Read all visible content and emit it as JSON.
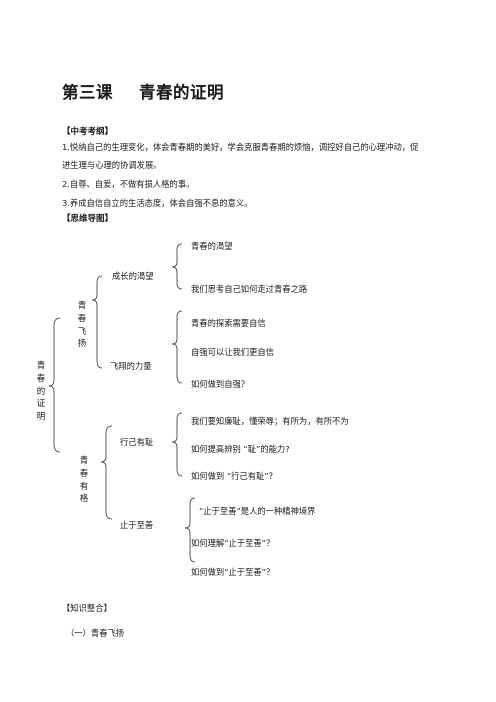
{
  "title": {
    "lesson": "第三课",
    "name": "青春的证明"
  },
  "syllabus": {
    "heading": "【中考考纲】",
    "items": [
      "1.悦纳自己的生理变化，体会青春期的美好，学会克服青春期的烦恼，调控好自己的心理冲动，促",
      "进生理与心理的协调发展。",
      "2.自尊、自爱，不做有损人格的事。",
      "3.养成自信自立的生活态度，体会自强不息的意义。"
    ]
  },
  "mindmap": {
    "heading": "【思维导图】",
    "root": "青春的证明",
    "branches": [
      {
        "label": "青春飞扬",
        "children": [
          {
            "label": "成长的渴望",
            "leaves": [
              "青春的渴望",
              "我们思考自己如何走过青春之路"
            ]
          },
          {
            "label": "飞翔的力量",
            "leaves": [
              "青春的探索需要自信",
              "自强可以让我们更自信",
              "如何做到自强？"
            ]
          }
        ]
      },
      {
        "label": "青春有格",
        "children": [
          {
            "label": "行己有耻",
            "leaves": [
              "我们要知廉耻，懂荣辱；有所为，有所不为",
              "如何提高辨别 “耻”的能力?",
              "如何做到 “行己有耻”？"
            ]
          },
          {
            "label": "止于至善",
            "leaves": [
              "“止于至善”是人的一种精神境界",
              "如何理解“止于至善”？",
              "如何做到“止于至善”？"
            ]
          }
        ]
      }
    ]
  },
  "integration": {
    "heading": "【知识整合】",
    "sub": "（一）青春飞扬"
  }
}
